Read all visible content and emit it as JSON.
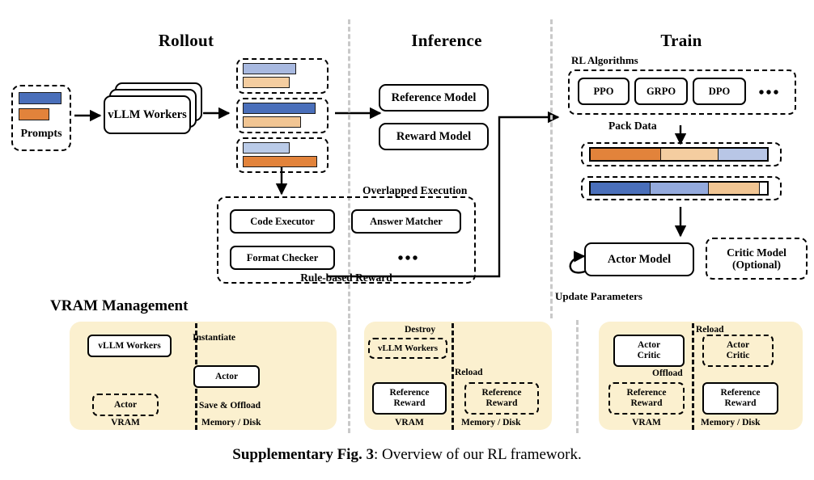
{
  "figure": {
    "caption_bold": "Supplementary Fig. 3",
    "caption_rest": ": Overview of our RL framework."
  },
  "sections": {
    "rollout": "Rollout",
    "inference": "Inference",
    "train": "Train"
  },
  "rollout": {
    "prompts_label": "Prompts",
    "workers_label": "vLLM Workers",
    "prompt_bars": [
      {
        "color": "#4a6fba",
        "width_pct": 86
      },
      {
        "color": "#e2833b",
        "width_pct": 62
      }
    ],
    "outputs": [
      {
        "bars": [
          {
            "color": "#a8b9e0",
            "width_pct": 74
          },
          {
            "color": "#f4ceа0",
            "width_pct": 60
          }
        ]
      },
      {
        "bars": [
          {
            "color": "#4a6fba",
            "width_pct": 94
          },
          {
            "color": "#f1c593",
            "width_pct": 72
          }
        ]
      },
      {
        "bars": [
          {
            "color": "#bacbe8",
            "width_pct": 60
          },
          {
            "color": "#e2833b",
            "width_pct": 96
          }
        ]
      }
    ]
  },
  "inference": {
    "reference_model": "Reference Model",
    "reward_model": "Reward Model"
  },
  "overlapped": {
    "title": "Overlapped Execution",
    "footer": "Rule-based Reward",
    "items": [
      "Code Executor",
      "Answer Matcher",
      "Format Checker"
    ],
    "more": "•••"
  },
  "train": {
    "rl_algorithms_label": "RL Algorithms",
    "algorithms": [
      "PPO",
      "GRPO",
      "DPO"
    ],
    "algorithms_more": "•••",
    "pack_data_label": "Pack Data",
    "actor_model": "Actor Model",
    "critic_model_line1": "Critic Model",
    "critic_model_line2": "(Optional)",
    "update_parameters": "Update Parameters",
    "pack_rows": [
      {
        "segments": [
          {
            "color": "#e2833b",
            "width_pct": 40
          },
          {
            "color": "#f4cda0",
            "width_pct": 32
          },
          {
            "color": "#b8c6e6",
            "width_pct": 28
          }
        ]
      },
      {
        "segments": [
          {
            "color": "#4a6fba",
            "width_pct": 34
          },
          {
            "color": "#94aadd",
            "width_pct": 33
          },
          {
            "color": "#f1c593",
            "width_pct": 29
          },
          {
            "color": "#ffffff",
            "width_pct": 4
          }
        ]
      }
    ]
  },
  "vram": {
    "heading": "VRAM Management",
    "panel1": {
      "vllm_workers": "vLLM Workers",
      "actor_solid": "Actor",
      "actor_dashed": "Actor",
      "instantiate": "Instantiate",
      "save_offload": "Save & Offload",
      "vram_label": "VRAM",
      "memory_label": "Memory / Disk"
    },
    "panel2": {
      "destroy": "Destroy",
      "vllm_workers": "vLLM Workers",
      "reload": "Reload",
      "reference_reward_solid_l1": "Reference",
      "reference_reward_solid_l2": "Reward",
      "reference_reward_dashed_l1": "Reference",
      "reference_reward_dashed_l2": "Reward",
      "vram_label": "VRAM",
      "memory_label": "Memory / Disk"
    },
    "panel3": {
      "reload": "Reload",
      "actor_critic_solid_l1": "Actor",
      "actor_critic_solid_l2": "Critic",
      "actor_critic_dashed_l1": "Actor",
      "actor_critic_dashed_l2": "Critic",
      "offload": "Offload",
      "reference_reward_dashed_l1": "Reference",
      "reference_reward_dashed_l2": "Reward",
      "reference_reward_solid_l1": "Reference",
      "reference_reward_solid_l2": "Reward",
      "vram_label": "VRAM",
      "memory_label": "Memory / Disk"
    }
  },
  "colors": {
    "panel_bg": "#fbf0cf",
    "blue_dark": "#4a6fba",
    "blue_light": "#b8c6e6",
    "orange": "#e2833b",
    "peach": "#f4cda0",
    "separator": "#c9c9c9"
  }
}
